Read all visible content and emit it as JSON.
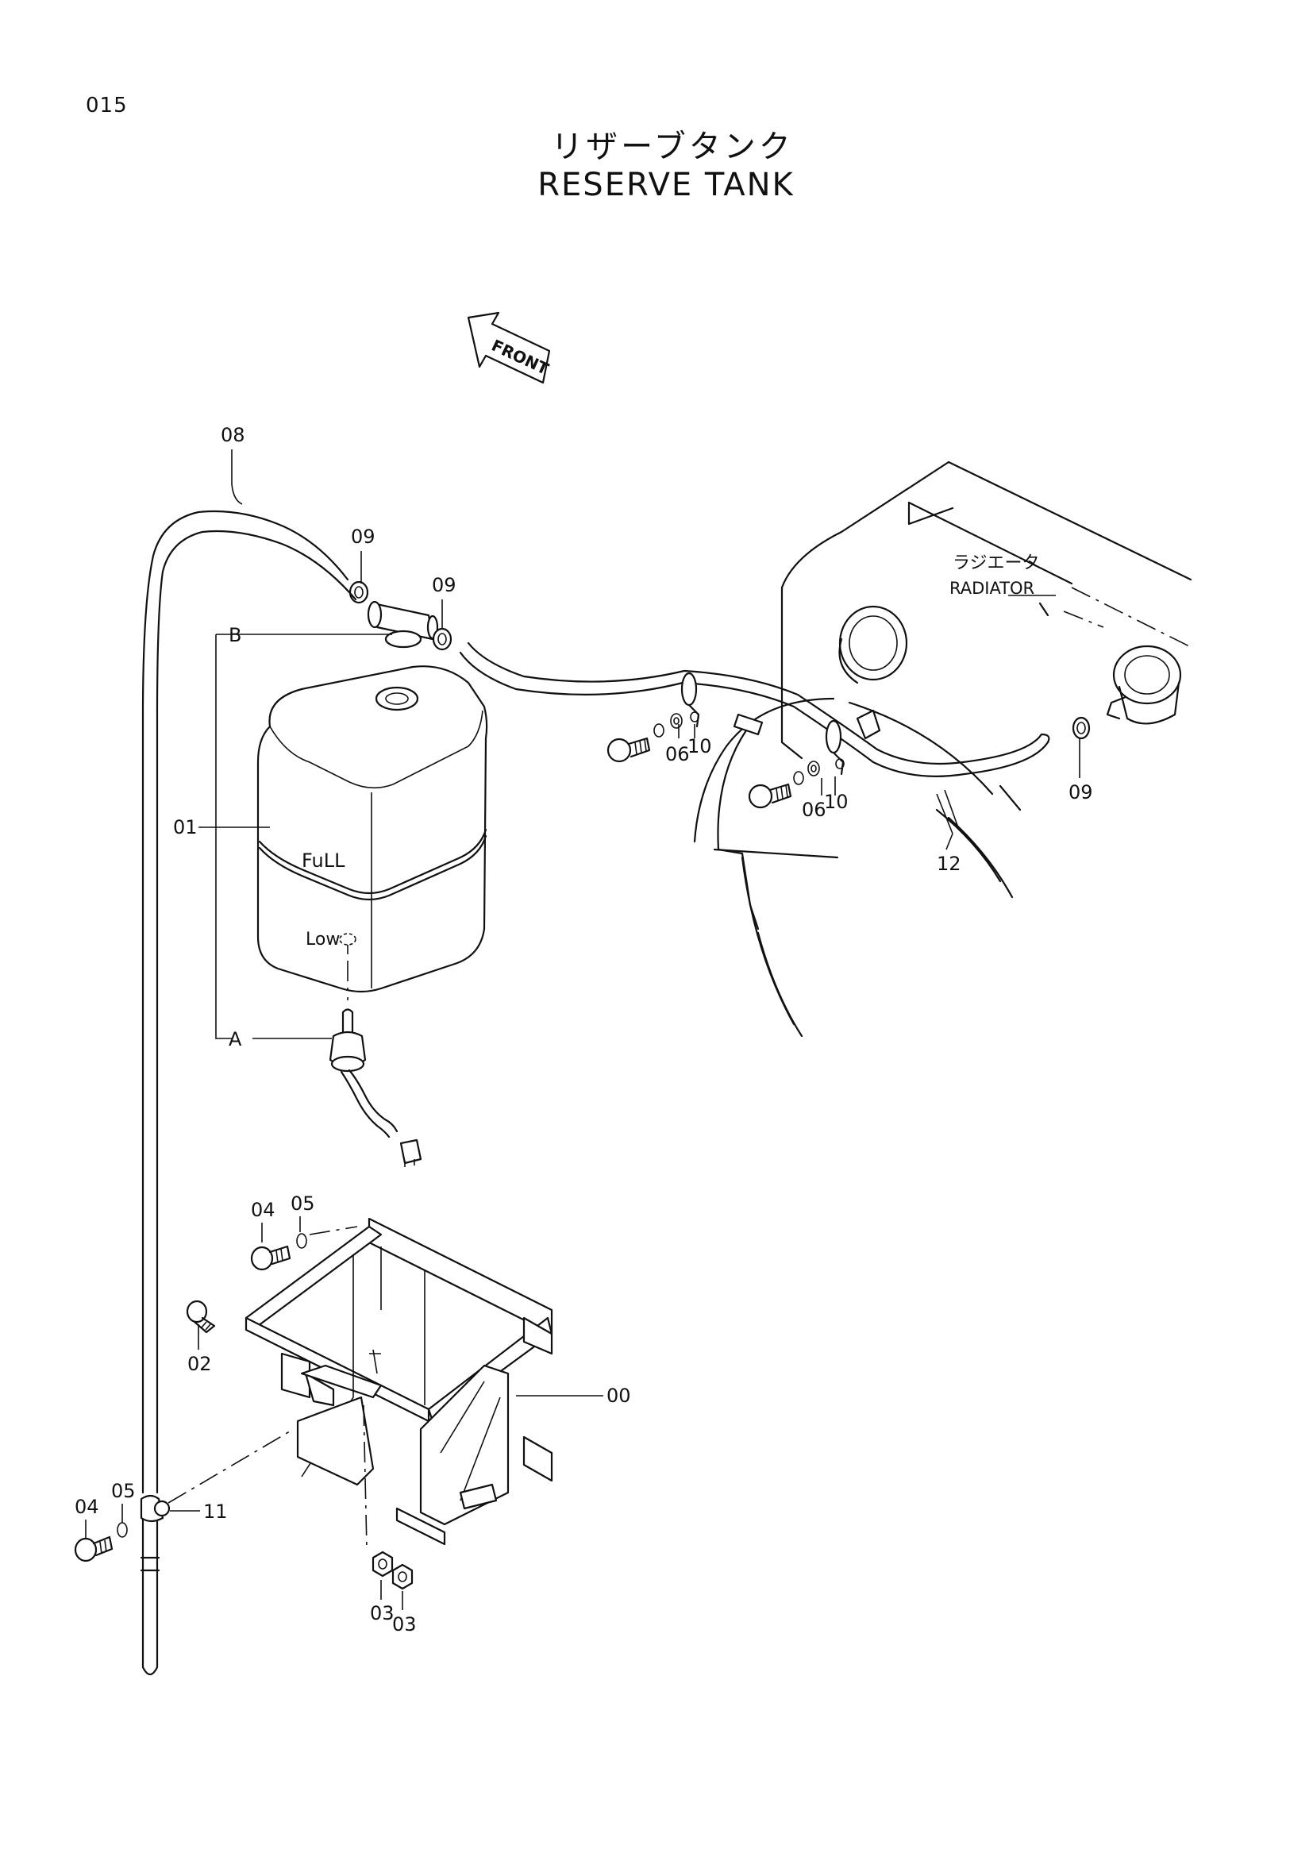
{
  "page": {
    "number": "015"
  },
  "title": {
    "japanese": "リザーブタンク",
    "english": "RESERVE TANK"
  },
  "front_marker": {
    "text": "FRONT"
  },
  "radiator_label": {
    "japanese": "ラジエータ",
    "english": "RADIATOR"
  },
  "tank_markings": {
    "full": "FuLL",
    "low": "Low"
  },
  "callouts": [
    {
      "key": "c08",
      "text": "08"
    },
    {
      "key": "c09a",
      "text": "09"
    },
    {
      "key": "c09b",
      "text": "09"
    },
    {
      "key": "cB",
      "text": "B"
    },
    {
      "key": "c01",
      "text": "01"
    },
    {
      "key": "cA",
      "text": "A"
    },
    {
      "key": "c06a",
      "text": "06"
    },
    {
      "key": "c10a",
      "text": "10"
    },
    {
      "key": "c06b",
      "text": "06"
    },
    {
      "key": "c10b",
      "text": "10"
    },
    {
      "key": "c09c",
      "text": "09"
    },
    {
      "key": "c12",
      "text": "12"
    },
    {
      "key": "c05a",
      "text": "05"
    },
    {
      "key": "c04a",
      "text": "04"
    },
    {
      "key": "c02",
      "text": "02"
    },
    {
      "key": "c00",
      "text": "00"
    },
    {
      "key": "c05b",
      "text": "05"
    },
    {
      "key": "c04b",
      "text": "04"
    },
    {
      "key": "c11",
      "text": "11"
    },
    {
      "key": "c03a",
      "text": "03"
    },
    {
      "key": "c03b",
      "text": "03"
    }
  ]
}
